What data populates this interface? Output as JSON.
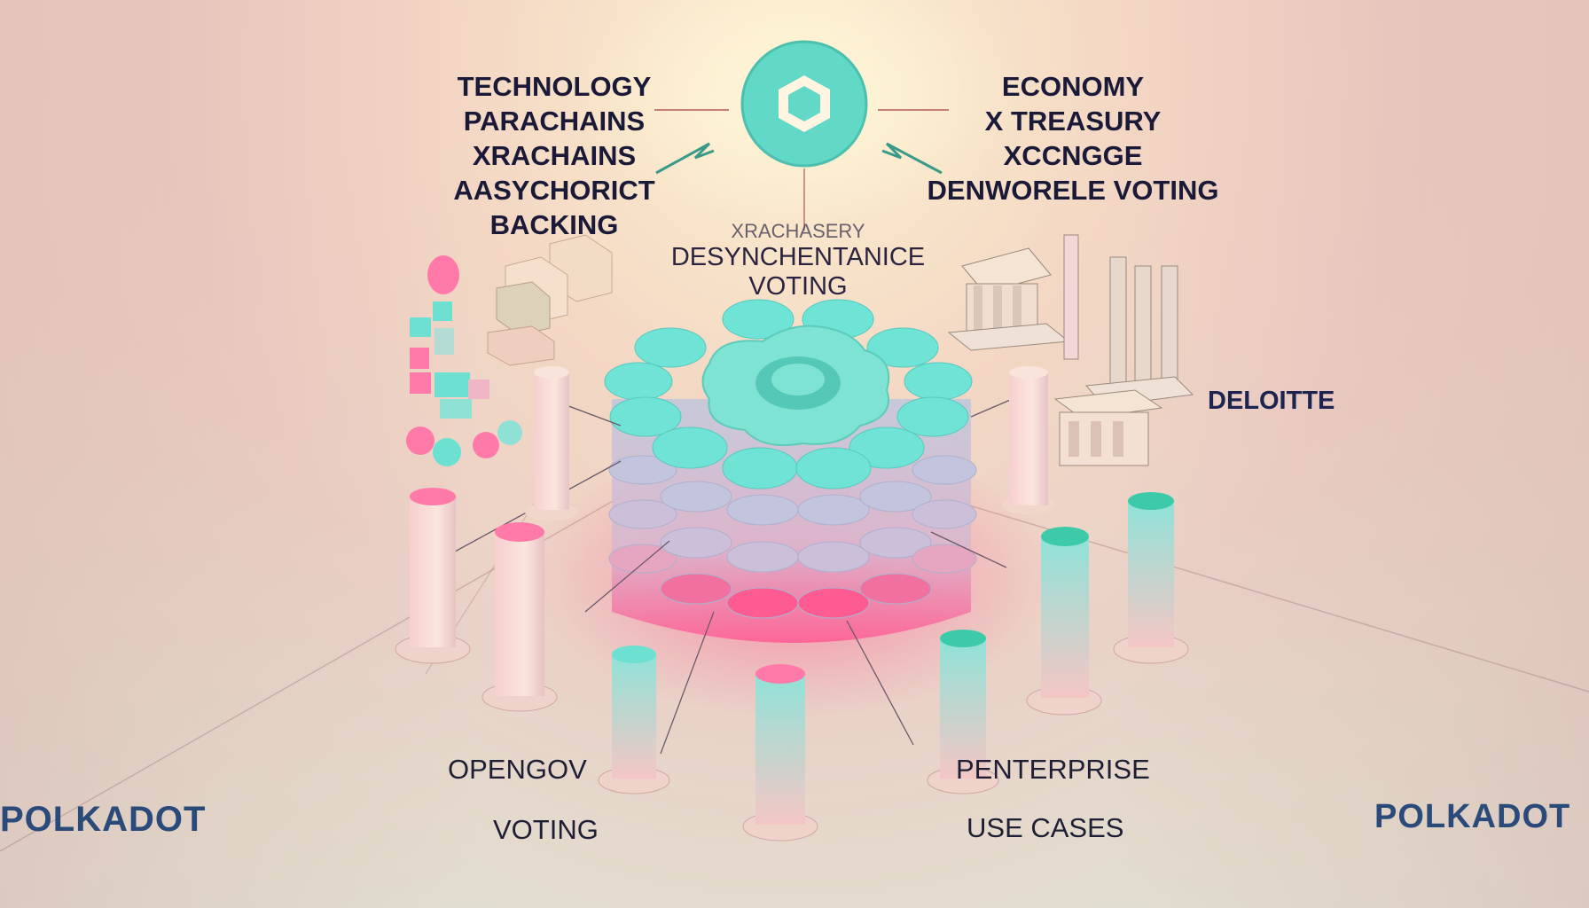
{
  "left_column": {
    "title": "TECHNOLOGY",
    "line2": "PARACHAINS",
    "line3": "XRACHAINS",
    "line4": "AASYCHORICT BACKING"
  },
  "right_column": {
    "title": "ECONOMY",
    "line2": "X TREASURY",
    "line3": "XCCNGGE",
    "line4": "DENWORELE VOTING"
  },
  "center": {
    "small_text": "XRACHASERY",
    "main_text": "DESYNCHENTANICE VOTING"
  },
  "partner_logo": "DELOITTE",
  "bottom_left": {
    "line1": "OPENGOV",
    "line2": "VOTING"
  },
  "bottom_right": {
    "line1": "PENTERPRISE",
    "line2": "USE CASES"
  },
  "brand_left": "POLKADOT",
  "brand_right": "POLKADOT",
  "colors": {
    "teal": "#5fe0d0",
    "pink": "#ff4d8a",
    "lilac": "#c6b6d4",
    "navy": "#1c1c3a"
  }
}
